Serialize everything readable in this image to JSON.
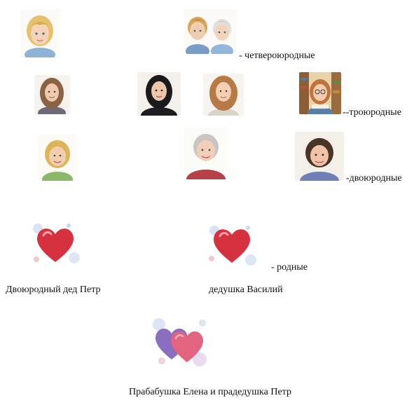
{
  "rows": {
    "fourth_cousins": {
      "label": "- четвероюродные"
    },
    "third_cousins": {
      "label": "--троюродные"
    },
    "second_cousins": {
      "label": "-двоюродные"
    },
    "siblings": {
      "label": "- родные"
    }
  },
  "names": {
    "left_branch": "Двоюродный дед Петр",
    "right_branch": "дедушка Василий",
    "root": "Прабабушка Елена и прадедушка Петр"
  },
  "icons": {
    "child_blonde": "girl-portrait-icon",
    "twin_boys": "twin-boys-portrait-icon",
    "woman_long_brown_hair": "woman-portrait-icon",
    "woman_dark_hair": "woman-dark-hair-portrait-icon",
    "woman_wavy_hair": "woman-wavy-hair-portrait-icon",
    "girl_with_glasses": "girl-glasses-portrait-icon",
    "older_woman_curly": "older-woman-portrait-icon",
    "older_woman_grey": "grandmother-portrait-icon",
    "woman_short_brown": "middle-aged-woman-portrait-icon",
    "heart_left": "red-heart-icon",
    "heart_right": "red-heart-icon",
    "two_hearts": "two-hearts-icon"
  },
  "colors": {
    "heart_red": "#d6313f",
    "heart_purple": "#8a6fc0",
    "heart_pink": "#e2647e",
    "text": "#111111"
  }
}
